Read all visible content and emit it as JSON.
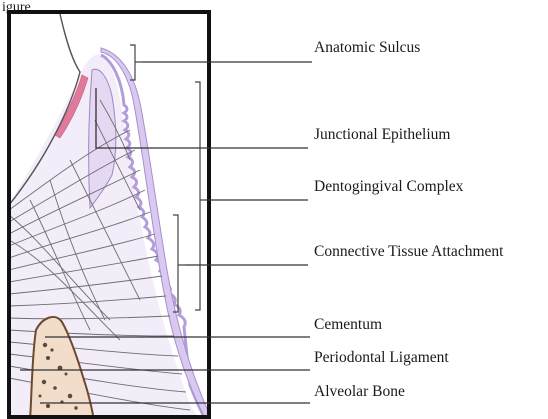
{
  "figure": {
    "caption_partial": "igure",
    "labels": [
      {
        "id": "anatomic-sulcus",
        "text": "Anatomic Sulcus"
      },
      {
        "id": "junctional-epithelium",
        "text": "Junctional Epithelium"
      },
      {
        "id": "dentogingival-complex",
        "text": "Dentogingival Complex"
      },
      {
        "id": "connective-tissue-attachment",
        "text": "Connective Tissue Attachment"
      },
      {
        "id": "cementum",
        "text": "Cementum"
      },
      {
        "id": "periodontal-ligament",
        "text": "Periodontal Ligament"
      },
      {
        "id": "alveolar-bone",
        "text": "Alveolar Bone"
      }
    ],
    "colors": {
      "gingiva_outline": "#b39ddb",
      "gingiva_fill": "#f3ecf9",
      "epithelium_fill": "#d8cbeb",
      "sulcus_pink": "#e07a9a",
      "bone_fill": "#f1ddc9",
      "frame": "#111111"
    }
  }
}
